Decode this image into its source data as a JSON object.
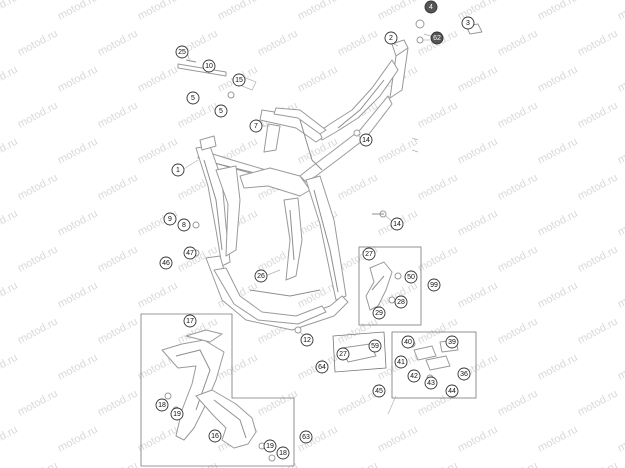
{
  "watermark": "motod.ru",
  "callouts": [
    {
      "label": "4"
    },
    {
      "label": "3"
    },
    {
      "label": "2"
    },
    {
      "label": "62"
    },
    {
      "label": "25"
    },
    {
      "label": "10"
    },
    {
      "label": "15"
    },
    {
      "label": "5"
    },
    {
      "label": "5"
    },
    {
      "label": "7"
    },
    {
      "label": "14"
    },
    {
      "label": "1"
    },
    {
      "label": "9"
    },
    {
      "label": "8"
    },
    {
      "label": "14"
    },
    {
      "label": "47"
    },
    {
      "label": "46"
    },
    {
      "label": "26"
    },
    {
      "label": "27"
    },
    {
      "label": "50"
    },
    {
      "label": "99"
    },
    {
      "label": "28"
    },
    {
      "label": "29"
    },
    {
      "label": "17"
    },
    {
      "label": "12"
    },
    {
      "label": "27"
    },
    {
      "label": "59"
    },
    {
      "label": "40"
    },
    {
      "label": "39"
    },
    {
      "label": "41"
    },
    {
      "label": "64"
    },
    {
      "label": "42"
    },
    {
      "label": "43"
    },
    {
      "label": "36"
    },
    {
      "label": "45"
    },
    {
      "label": "44"
    },
    {
      "label": "18"
    },
    {
      "label": "19"
    },
    {
      "label": "16"
    },
    {
      "label": "19"
    },
    {
      "label": "63"
    },
    {
      "label": "18"
    }
  ]
}
